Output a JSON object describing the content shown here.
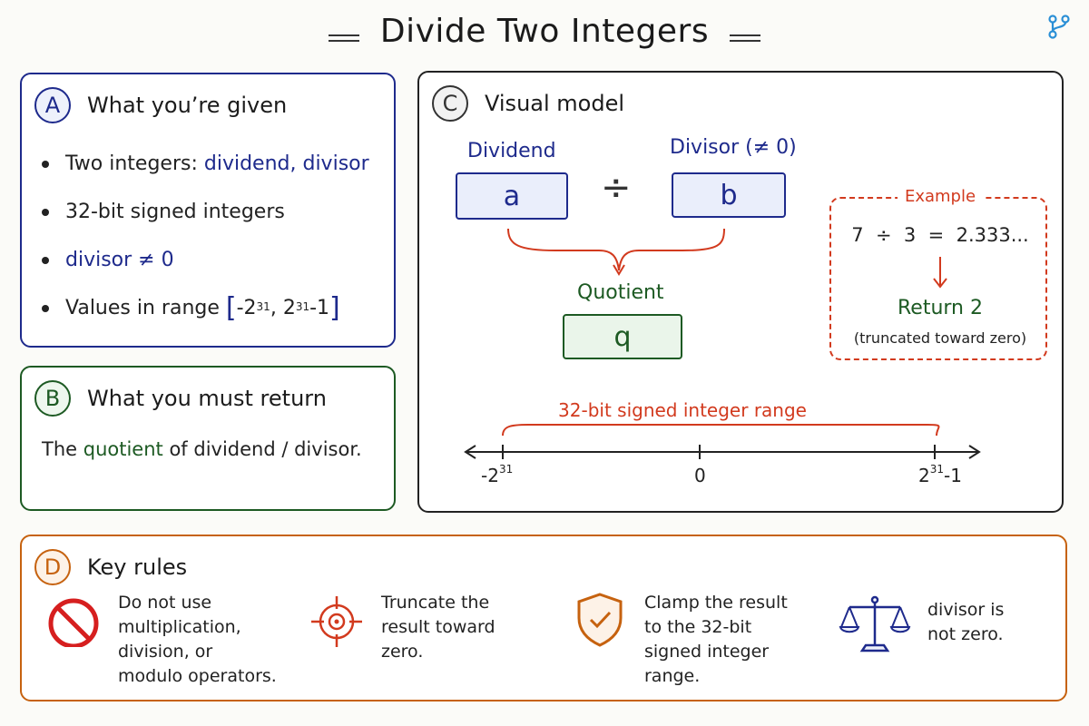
{
  "title": "Divide Two Integers",
  "panel_a": {
    "badge": "A",
    "heading": "What you’re given",
    "bullet1_prefix": "Two integers: ",
    "bullet1_hl": "dividend, divisor",
    "bullet2": "32-bit signed integers",
    "bullet3": "divisor ≠ 0",
    "bullet4_prefix": "Values in range ",
    "range_open": "[",
    "range_low": "-2",
    "range_low_exp": "31",
    "range_comma": ", ",
    "range_high": "2",
    "range_high_exp": "31",
    "range_high_tail": "-1",
    "range_close": "]"
  },
  "panel_b": {
    "badge": "B",
    "heading": "What you must return",
    "text_prefix": "The ",
    "text_hl": "quotient",
    "text_suffix": " of dividend / divisor."
  },
  "panel_c": {
    "badge": "C",
    "heading": "Visual model",
    "dividend_label": "Dividend",
    "dividend_value": "a",
    "divide_symbol": "÷",
    "divisor_label": "Divisor (≠ 0)",
    "divisor_value": "b",
    "quotient_label": "Quotient",
    "quotient_value": "q",
    "example": {
      "title": "Example",
      "equation": "7  ÷  3  =  2.333...",
      "result": "Return 2",
      "note": "(truncated toward zero)"
    },
    "range_label": "32-bit signed integer range",
    "tick_low": "-2",
    "tick_low_exp": "31",
    "tick_mid": "0",
    "tick_high": "2",
    "tick_high_exp": "31",
    "tick_high_tail": "-1"
  },
  "panel_d": {
    "badge": "D",
    "heading": "Key rules",
    "rules": [
      {
        "icon": "prohibited-icon",
        "lines": [
          "Do not use",
          "multiplication,",
          "division, or",
          "modulo operators."
        ]
      },
      {
        "icon": "target-icon",
        "lines": [
          "Truncate the",
          "result toward",
          "zero."
        ]
      },
      {
        "icon": "shield-check-icon",
        "lines": [
          "Clamp the result",
          "to the 32-bit",
          "signed integer",
          "range."
        ]
      },
      {
        "icon": "balance-scale-icon",
        "lines": [
          "divisor is",
          "not zero."
        ]
      }
    ]
  },
  "colors": {
    "blue": "#1e2a8c",
    "green": "#1d5a23",
    "red": "#d23a1e",
    "orange": "#c6620f"
  }
}
